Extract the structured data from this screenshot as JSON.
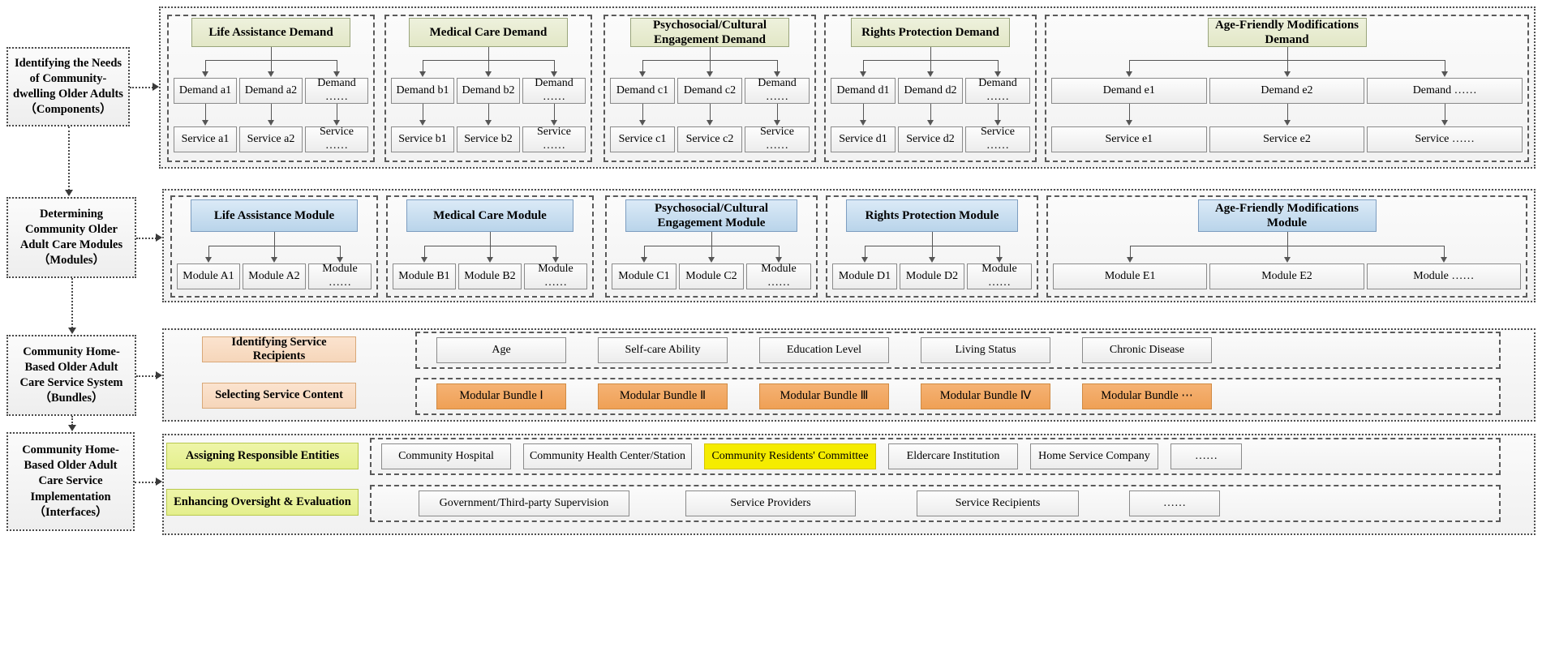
{
  "stages": [
    {
      "id": "components",
      "label": "Identifying the Needs of Community-dwelling Older Adults（Components）"
    },
    {
      "id": "modules",
      "label": "Determining Community Older Adult Care Modules（Modules）"
    },
    {
      "id": "bundles",
      "label": "Community Home-Based Older Adult Care Service System（Bundles）"
    },
    {
      "id": "interfaces",
      "label": "Community Home-Based Older Adult Care Service Implementation（Interfaces）"
    }
  ],
  "row_demands": {
    "groups": [
      {
        "header": "Life Assistance Demand",
        "demands": [
          "Demand a1",
          "Demand a2",
          "Demand ……"
        ],
        "services": [
          "Service a1",
          "Service a2",
          "Service ……"
        ]
      },
      {
        "header": "Medical Care Demand",
        "demands": [
          "Demand b1",
          "Demand b2",
          "Demand ……"
        ],
        "services": [
          "Service b1",
          "Service b2",
          "Service ……"
        ]
      },
      {
        "header": "Psychosocial/Cultural Engagement Demand",
        "demands": [
          "Demand c1",
          "Demand c2",
          "Demand ……"
        ],
        "services": [
          "Service c1",
          "Service c2",
          "Service ……"
        ]
      },
      {
        "header": "Rights Protection Demand",
        "demands": [
          "Demand d1",
          "Demand d2",
          "Demand ……"
        ],
        "services": [
          "Service d1",
          "Service d2",
          "Service ……"
        ]
      },
      {
        "header": "Age-Friendly Modifications Demand",
        "demands": [
          "Demand e1",
          "Demand e2",
          "Demand ……"
        ],
        "services": [
          "Service e1",
          "Service e2",
          "Service ……"
        ]
      }
    ]
  },
  "row_modules": {
    "groups": [
      {
        "header": "Life Assistance Module",
        "items": [
          "Module A1",
          "Module A2",
          "Module ……"
        ]
      },
      {
        "header": "Medical Care Module",
        "items": [
          "Module B1",
          "Module B2",
          "Module ……"
        ]
      },
      {
        "header": "Psychosocial/Cultural Engagement Module",
        "items": [
          "Module C1",
          "Module C2",
          "Module ……"
        ]
      },
      {
        "header": "Rights Protection Module",
        "items": [
          "Module D1",
          "Module D2",
          "Module ……"
        ]
      },
      {
        "header": "Age-Friendly Modifications Module",
        "items": [
          "Module E1",
          "Module E2",
          "Module ……"
        ]
      }
    ]
  },
  "row_bundles": {
    "left_labels": [
      "Identifying Service Recipients",
      "Selecting Service Content"
    ],
    "criteria": [
      "Age",
      "Self-care Ability",
      "Education Level",
      "Living Status",
      "Chronic Disease"
    ],
    "bundles": [
      "Modular Bundle Ⅰ",
      "Modular Bundle Ⅱ",
      "Modular Bundle Ⅲ",
      "Modular Bundle Ⅳ",
      "Modular Bundle ⋯"
    ]
  },
  "row_implementation": {
    "left_labels": [
      "Assigning Responsible Entities",
      "Enhancing Oversight & Evaluation"
    ],
    "entities": [
      "Community Hospital",
      "Community Health Center/Station",
      "Community Residents' Committee",
      "Eldercare Institution",
      "Home Service Company",
      "……"
    ],
    "highlighted_entity": "Community Residents' Committee",
    "oversight": [
      "Government/Third-party Supervision",
      "Service Providers",
      "Service Recipients",
      "……"
    ]
  },
  "colors": {
    "demand_header": "#e2e7c6",
    "module_header": "#b9d4ea",
    "bundle_label": "#f6d6ba",
    "bundle_item": "#efa055",
    "impl_label": "#e4ef8d",
    "highlight": "#f5ec00"
  }
}
